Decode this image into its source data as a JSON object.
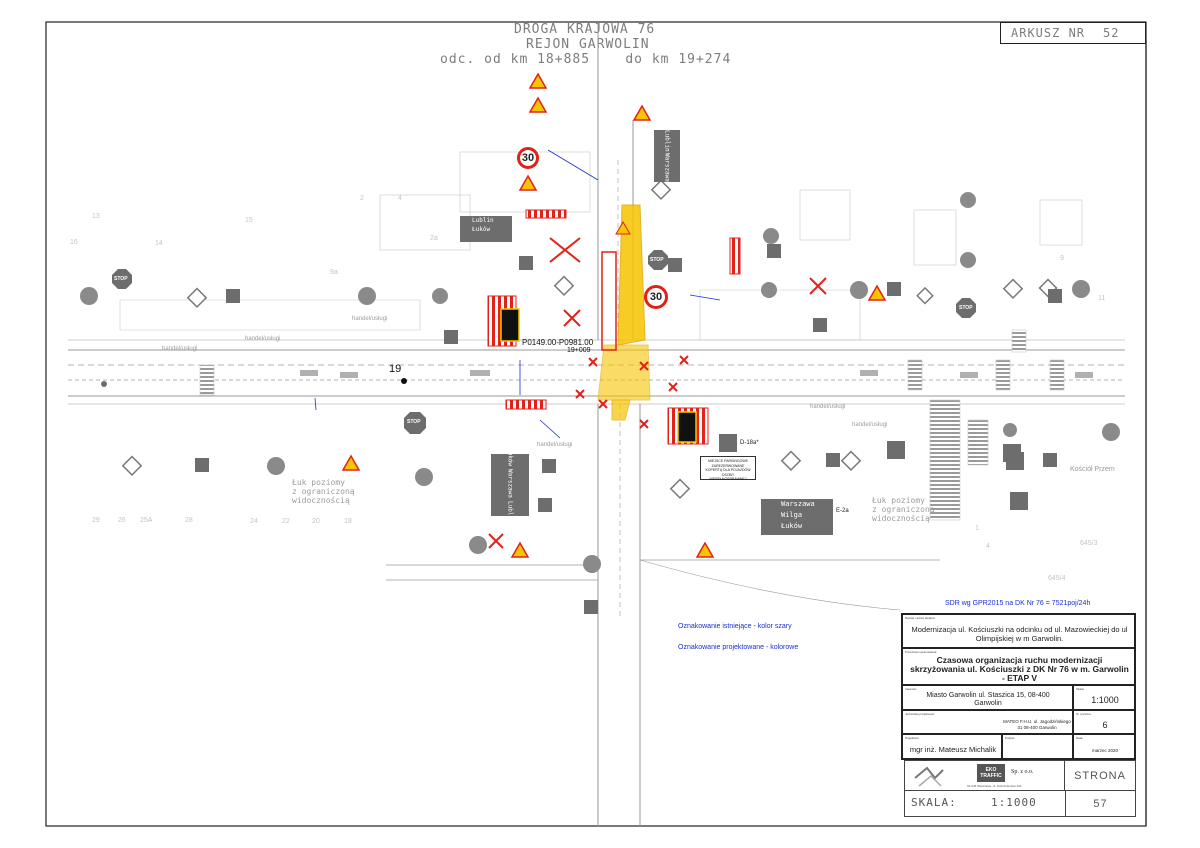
{
  "header": {
    "road_name": "DROGA KRAJOWA 76",
    "region": "REJON GARWOLIN",
    "section": "odc. od km 18+885    do km 19+274",
    "sheet_label": "ARKUSZ NR",
    "sheet_number": "52"
  },
  "plan": {
    "sign_30_a": "30",
    "sign_30_b": "30",
    "stop_1": "STOP",
    "stop_2": "STOP",
    "stop_3": "STOP",
    "stop_4": "STOP",
    "dir_sign_top": [
      "Lublin",
      "Łuków"
    ],
    "dir_sign_left_vertical": [
      "Łuków",
      "Warszawa",
      "Lublin"
    ],
    "dir_sign_right": [
      "Warszawa",
      "Wilga",
      "Łuków"
    ],
    "dir_sign_north": [
      "Lublin",
      "Warszawa"
    ],
    "km_marker_1": "P0149.00-P0981.00",
    "km_marker_2": "19+009",
    "lane_label_19": "19",
    "arc_label_left": [
      "Łuk poziomy",
      "z ograniczoną",
      "widocznością"
    ],
    "arc_label_right": [
      "Łuk poziomy",
      "z ograniczoną",
      "widocznością"
    ],
    "parking_note": "MIEJSCE PARKINGOWE ZAREZERWOWANE KOPERTĄ DLA POJAZDÓW OSOBY NIEPEŁNOSPRAWNEJ",
    "d18a": "D-18a*",
    "e2a": "E-2a",
    "kosciol": "Kościół Przem",
    "handel_labels": [
      "handel/usługi",
      "handel/usługi",
      "handel/usługi",
      "handel/usługi",
      "handel/usługi",
      "handel/usługi"
    ],
    "traffic_note": "SDR wg GPR2015 na DK Nr 76 = 7521poj/24h"
  },
  "legend": {
    "existing": "Oznakowanie istniejące - kolor szary",
    "designed": "Oznakowanie projektowane - kolorowe"
  },
  "title_block": {
    "name_label": "Nazwa i adres obiektu:",
    "project_name": "Modernizacja ul. Kościuszki na odcinku od ul. Mazowieckiej do ul Olimpijskiej w m Garwolin.",
    "stage_label": "Przedmiot opracowania:",
    "plan_title": "Czasowa organizacja ruchu modernizacji skrzyżowania ul. Kościuszki z DK Nr 76 w m. Garwolin - ETAP V",
    "investor_label": "Inwestor:",
    "investor": "Miasto Garwolin ul. Staszica 15, 08-400 Garwolin",
    "scale_label": "Skala:",
    "scale": "1:1000",
    "contractor_label": "Jednostka projektowa:",
    "contractor": "MATEO F.H.U. ul. Jagodzińskiego 31 08-400 Garwolin",
    "drawing_no_label": "Nr rysunku:",
    "drawing_no": "6",
    "designer_label": "Projektant:",
    "designer": "mgr inż. Mateusz Michalik",
    "signature_label": "Podpis:",
    "date_label": "Data:",
    "date": "marzec 2020"
  },
  "stamp": {
    "company": "EKO TRAFFIC",
    "company_suffix": "Sp. z o.o.",
    "address": "04-045 Warszawa, ul. Ostrobramska 101",
    "strona_label": "STRONA",
    "skala_label": "SKALA:",
    "skala_value": "1:1000",
    "page_number": "57"
  },
  "colors": {
    "existing": "#8a8a8a",
    "red": "#e32119",
    "yellow": "#f6c400",
    "blue": "#1b2fd0",
    "signgray": "#6d6d6d"
  }
}
